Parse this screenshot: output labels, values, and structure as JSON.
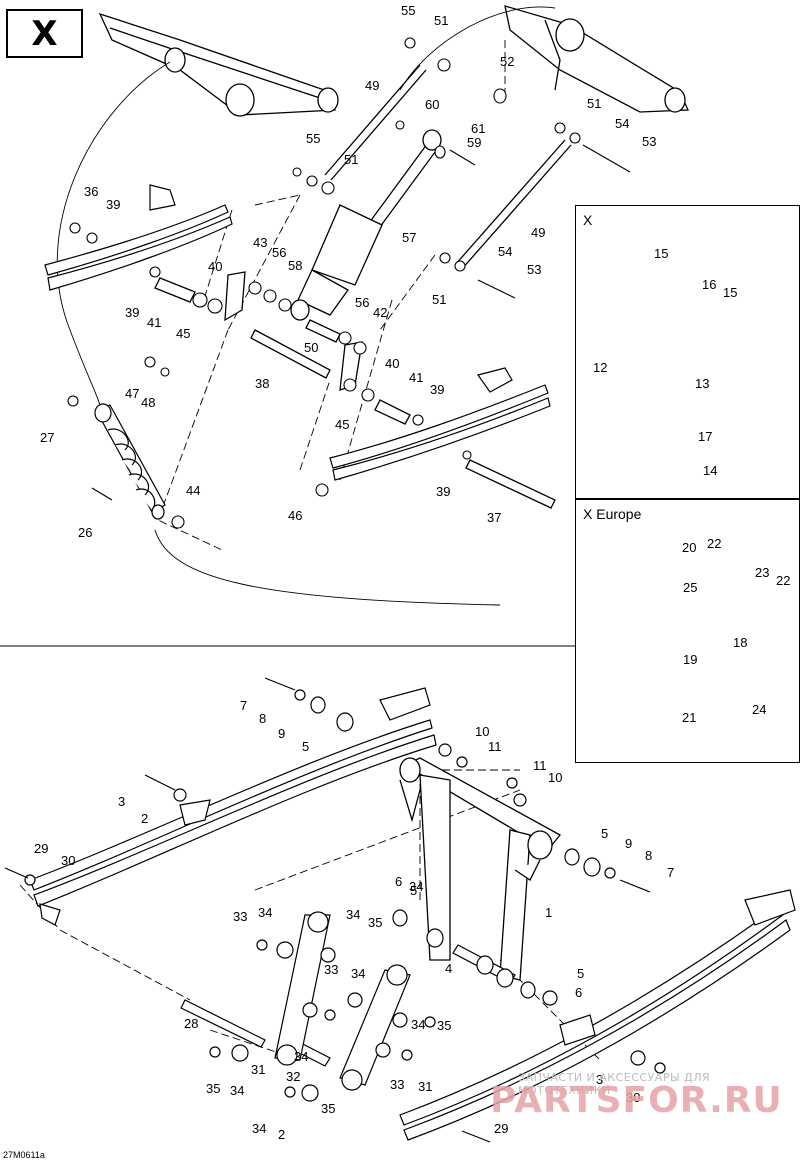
{
  "title": "X",
  "figure_code": "27M0611a",
  "inset_x": {
    "title": "X"
  },
  "inset_europe": {
    "title": "X Europe"
  },
  "watermark": {
    "top_text": "ЗАПЧАСТИ И АКСЕССУАРЫ ДЛЯ МОТОТЕХНИКИ",
    "brand": "PARTSFOR.RU"
  },
  "callouts": [
    "55",
    "51",
    "52",
    "49",
    "60",
    "61",
    "59",
    "55",
    "51",
    "51",
    "54",
    "53",
    "36",
    "39",
    "43",
    "56",
    "58",
    "57",
    "49",
    "40",
    "54",
    "53",
    "51",
    "39",
    "41",
    "45",
    "42",
    "56",
    "50",
    "38",
    "40",
    "47",
    "48",
    "41",
    "39",
    "27",
    "45",
    "44",
    "26",
    "46",
    "39",
    "37",
    "15",
    "16",
    "15",
    "12",
    "13",
    "17",
    "14",
    "20",
    "22",
    "25",
    "23",
    "22",
    "18",
    "19",
    "21",
    "24",
    "7",
    "8",
    "9",
    "5",
    "10",
    "11",
    "11",
    "10",
    "3",
    "2",
    "5",
    "9",
    "8",
    "7",
    "29",
    "30",
    "6",
    "5",
    "1",
    "33",
    "34",
    "34",
    "35",
    "33",
    "34",
    "34",
    "5",
    "6",
    "4",
    "28",
    "35",
    "34",
    "35",
    "34",
    "31",
    "32",
    "34",
    "33",
    "31",
    "35",
    "34",
    "2",
    "3",
    "30",
    "29"
  ]
}
